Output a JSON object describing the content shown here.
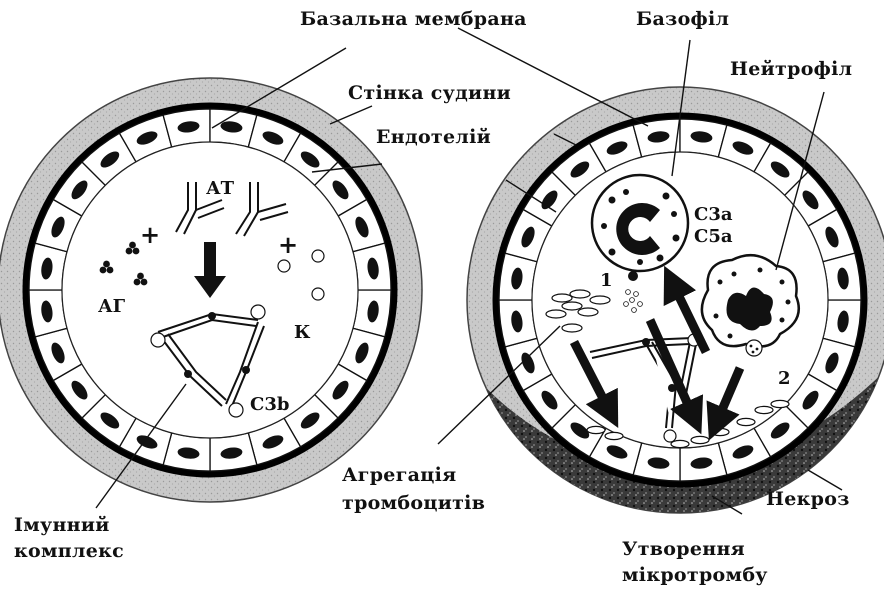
{
  "labels": {
    "basement_membrane": "Базальна мембрана",
    "basophil": "Базофіл",
    "neutrophil": "Нейтрофіл",
    "vessel_wall": "Стінка судини",
    "endothelium": "Ендотелій",
    "antibody": "АТ",
    "antigen": "АГ",
    "complement": "К",
    "c3b": "C3b",
    "c3a": "C3a",
    "c5a": "C5a",
    "step_1": "1",
    "step_2": "2",
    "immune_complex_line1": "Імунний",
    "immune_complex_line2": "комплекс",
    "platelet_aggregation_line1": "Агрегація",
    "platelet_aggregation_line2": "тромбоцитів",
    "necrosis": "Некроз",
    "microthrombus_line1": "Утворення",
    "microthrombus_line2": "мікротромбу",
    "plus": "+"
  }
}
